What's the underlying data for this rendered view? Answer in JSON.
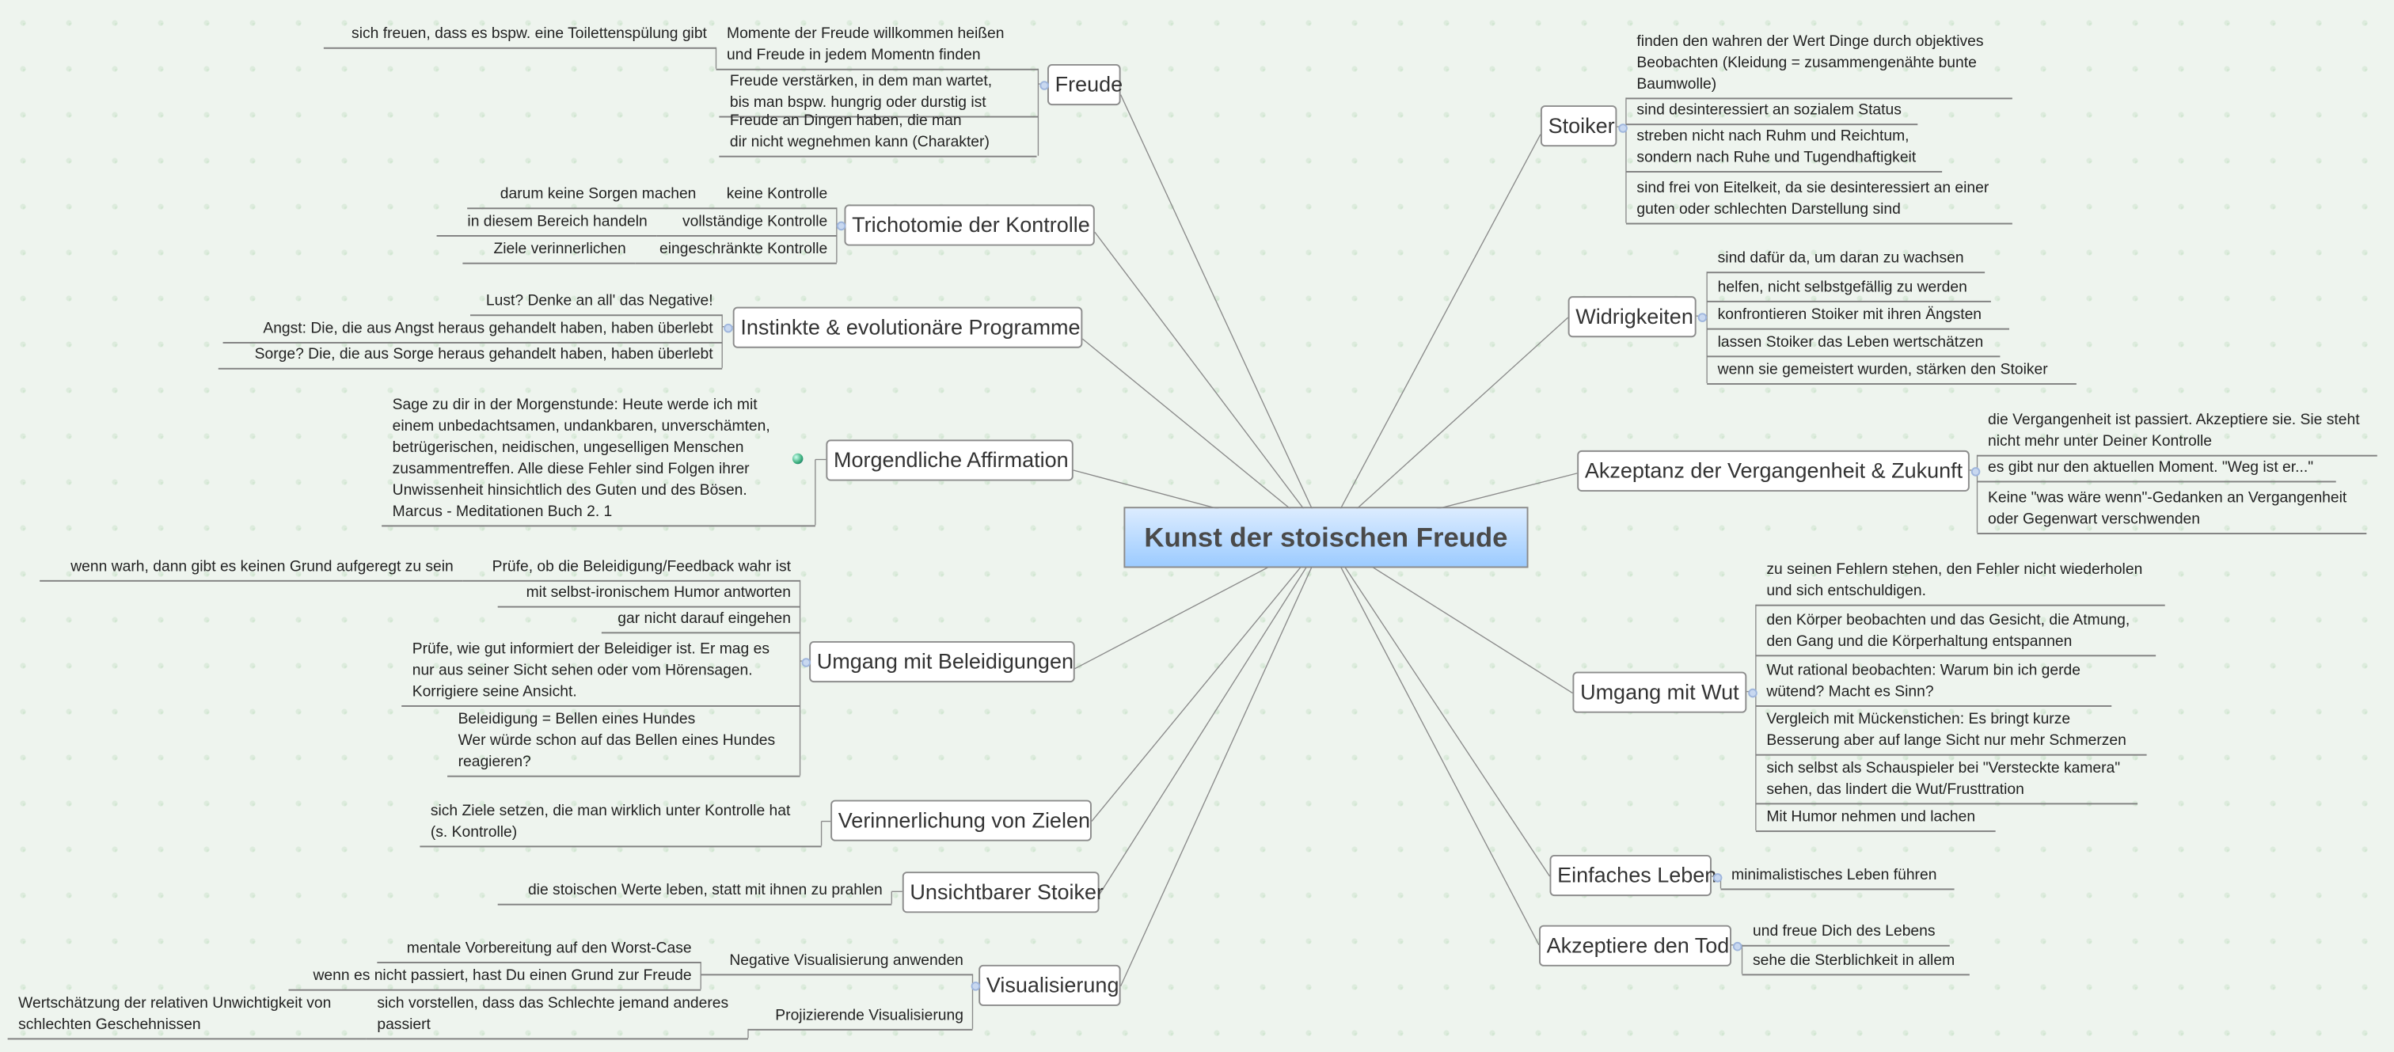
{
  "central": {
    "label": "Kunst der stoischen Freude"
  },
  "topics": [
    {
      "label": "Freude",
      "children": [
        {
          "text": "Momente der Freude willkommen heißen\nund Freude in jedem Momentn finden",
          "children": [
            {
              "text": "sich freuen, dass es bspw. eine Toilettenspülung gibt"
            }
          ]
        },
        {
          "text": "Freude verstärken, in dem man wartet,\nbis man bspw. hungrig oder durstig ist"
        },
        {
          "text": "Freude an Dingen haben, die man\ndir nicht wegnehmen kann (Charakter)"
        }
      ]
    },
    {
      "label": "Trichotomie der Kontrolle",
      "children": [
        {
          "text": "keine Kontrolle",
          "children": [
            {
              "text": "darum keine Sorgen machen"
            }
          ]
        },
        {
          "text": "vollständige Kontrolle",
          "children": [
            {
              "text": "in diesem Bereich handeln"
            }
          ]
        },
        {
          "text": "eingeschränkte Kontrolle",
          "children": [
            {
              "text": "Ziele verinnerlichen"
            }
          ]
        }
      ]
    },
    {
      "label": "Instinkte & evolutionäre Programme",
      "children": [
        {
          "text": "Lust? Denke an all' das Negative!"
        },
        {
          "text": "Angst: Die, die aus Angst heraus gehandelt haben, haben überlebt"
        },
        {
          "text": "Sorge? Die, die aus Sorge heraus gehandelt haben, haben überlebt"
        }
      ]
    },
    {
      "label": "Morgendliche Affirmation",
      "icon": "globe-hyperlink-icon",
      "children": [
        {
          "text": "Sage zu dir in der Morgenstunde: Heute werde ich mit\neinem unbedachtsamen, undankbaren, unverschämten,\nbetrügerischen, neidischen, ungeselligen Menschen\nzusammentreffen. Alle diese Fehler sind Folgen ihrer\nUnwissenheit hinsichtlich des Guten und des Bösen.\nMarcus - Meditationen Buch 2. 1"
        }
      ]
    },
    {
      "label": "Umgang mit Beleidigungen",
      "children": [
        {
          "text": "Prüfe, ob die Beleidigung/Feedback wahr ist",
          "children": [
            {
              "text": "wenn warh, dann gibt es keinen Grund aufgeregt zu sein"
            }
          ]
        },
        {
          "text": "mit selbst-ironischem Humor antworten"
        },
        {
          "text": "gar nicht darauf eingehen"
        },
        {
          "text": "Prüfe, wie gut informiert der Beleidiger ist. Er mag es\nnur aus seiner Sicht sehen oder vom Hörensagen.\nKorrigiere seine Ansicht."
        },
        {
          "text": "Beleidigung = Bellen eines Hundes\nWer würde schon auf das Bellen eines Hundes\nreagieren?"
        }
      ]
    },
    {
      "label": "Verinnerlichung von Zielen",
      "children": [
        {
          "text": "sich Ziele setzen, die man wirklich unter Kontrolle hat\n(s. Kontrolle)"
        }
      ]
    },
    {
      "label": "Unsichtbarer Stoiker",
      "children": [
        {
          "text": "die stoischen Werte leben, statt mit ihnen zu prahlen"
        }
      ]
    },
    {
      "label": "Visualisierung",
      "children": [
        {
          "text": "Negative Visualisierung anwenden",
          "children": [
            {
              "text": "mentale Vorbereitung auf den Worst-Case"
            },
            {
              "text": "wenn es nicht passiert, hast Du einen Grund zur Freude"
            }
          ]
        },
        {
          "text": "Projizierende Visualisierung",
          "children": [
            {
              "text": "sich vorstellen, dass das Schlechte jemand anderes\npassiert",
              "children": [
                {
                  "text": "Wertschätzung der relativen Unwichtigkeit von\nschlechten Geschehnissen"
                }
              ]
            }
          ]
        }
      ]
    },
    {
      "label": "Stoiker",
      "children": [
        {
          "text": "finden den wahren der Wert Dinge durch objektives\nBeobachten (Kleidung = zusammengenähte bunte\nBaumwolle)"
        },
        {
          "text": "sind desinteressiert an sozialem Status"
        },
        {
          "text": "streben nicht nach Ruhm und Reichtum,\nsondern nach Ruhe und Tugendhaftigkeit"
        },
        {
          "text": "sind frei von Eitelkeit, da sie desinteressiert an einer\nguten oder schlechten Darstellung sind"
        }
      ]
    },
    {
      "label": "Widrigkeiten",
      "children": [
        {
          "text": "sind dafür da, um daran zu wachsen"
        },
        {
          "text": "helfen, nicht selbstgefällig zu werden"
        },
        {
          "text": "konfrontieren Stoiker mit ihren Ängsten"
        },
        {
          "text": "lassen Stoiker das Leben wertschätzen"
        },
        {
          "text": "wenn sie gemeistert wurden, stärken den Stoiker"
        }
      ]
    },
    {
      "label": "Akzeptanz der Vergangenheit & Zukunft",
      "children": [
        {
          "text": "die Vergangenheit ist passiert. Akzeptiere sie. Sie steht\nnicht mehr unter Deiner Kontrolle"
        },
        {
          "text": "es gibt nur den aktuellen Moment. \"Weg ist er...\""
        },
        {
          "text": "Keine \"was wäre wenn\"-Gedanken an Vergangenheit\noder Gegenwart verschwenden"
        }
      ]
    },
    {
      "label": "Umgang mit Wut",
      "children": [
        {
          "text": "zu seinen Fehlern stehen, den Fehler nicht wiederholen\nund sich entschuldigen."
        },
        {
          "text": "den Körper beobachten und das Gesicht, die Atmung,\nden Gang und die Körperhaltung entspannen"
        },
        {
          "text": "Wut rational beobachten: Warum bin ich gerde\nwütend? Macht es Sinn?"
        },
        {
          "text": "Vergleich mit Mückenstichen: Es bringt kurze\nBesserung aber auf lange Sicht nur mehr Schmerzen"
        },
        {
          "text": "sich selbst als Schauspieler bei \"Versteckte kamera\"\nsehen, das lindert die Wut/Frusttration"
        },
        {
          "text": "Mit Humor nehmen und lachen"
        }
      ]
    },
    {
      "label": "Einfaches Leben",
      "children": [
        {
          "text": "minimalistisches Leben führen"
        }
      ]
    },
    {
      "label": "Akzeptiere den Tod",
      "children": [
        {
          "text": "und freue Dich des Lebens"
        },
        {
          "text": "sehe die Sterblichkeit in allem"
        }
      ]
    }
  ]
}
